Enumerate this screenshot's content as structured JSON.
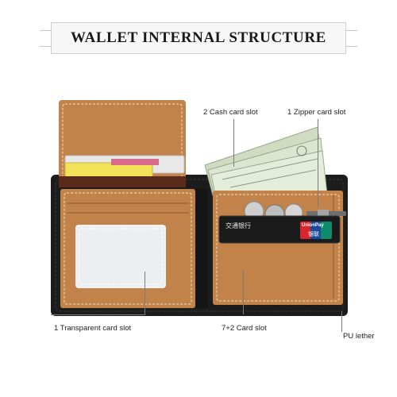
{
  "title": "WALLET INTERNAL STRUCTURE",
  "labels": {
    "cash_slot": "2 Cash card slot",
    "zipper_slot": "1 Zipper card slot",
    "transparent_slot": "1 Transparent card slot",
    "card_slots": "7+2 Card slot",
    "material": "PU lether"
  },
  "card_brand": {
    "bank_name": "交通银行",
    "network": "UnionPay",
    "network_cn": "银联"
  },
  "colors": {
    "leather_black": "#1c1c1c",
    "leather_tan": "#c2834a",
    "stitch": "#f0e0c8",
    "note_green": "#cfdcc2"
  }
}
